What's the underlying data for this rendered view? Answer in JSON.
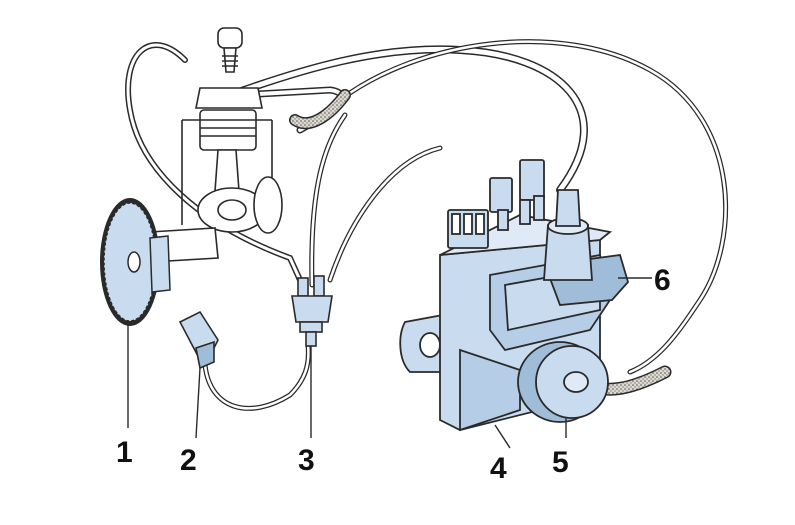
{
  "callouts": [
    {
      "id": "1",
      "label": "1"
    },
    {
      "id": "2",
      "label": "2"
    },
    {
      "id": "3",
      "label": "3"
    },
    {
      "id": "4",
      "label": "4"
    },
    {
      "id": "5",
      "label": "5"
    },
    {
      "id": "6",
      "label": "6"
    }
  ],
  "colors": {
    "part_fill": "#c9dcef",
    "part_shadow": "#9fbcd9",
    "outline": "#2a2a2a",
    "hose": "#e8e4dc",
    "background": "#ffffff"
  },
  "icons": [
    "engine-cylinder-icon",
    "toothed-wheel-icon",
    "sensor-icon",
    "connector-icon",
    "ignition-module-icon",
    "vacuum-capsule-icon",
    "ignition-coil-icon"
  ]
}
